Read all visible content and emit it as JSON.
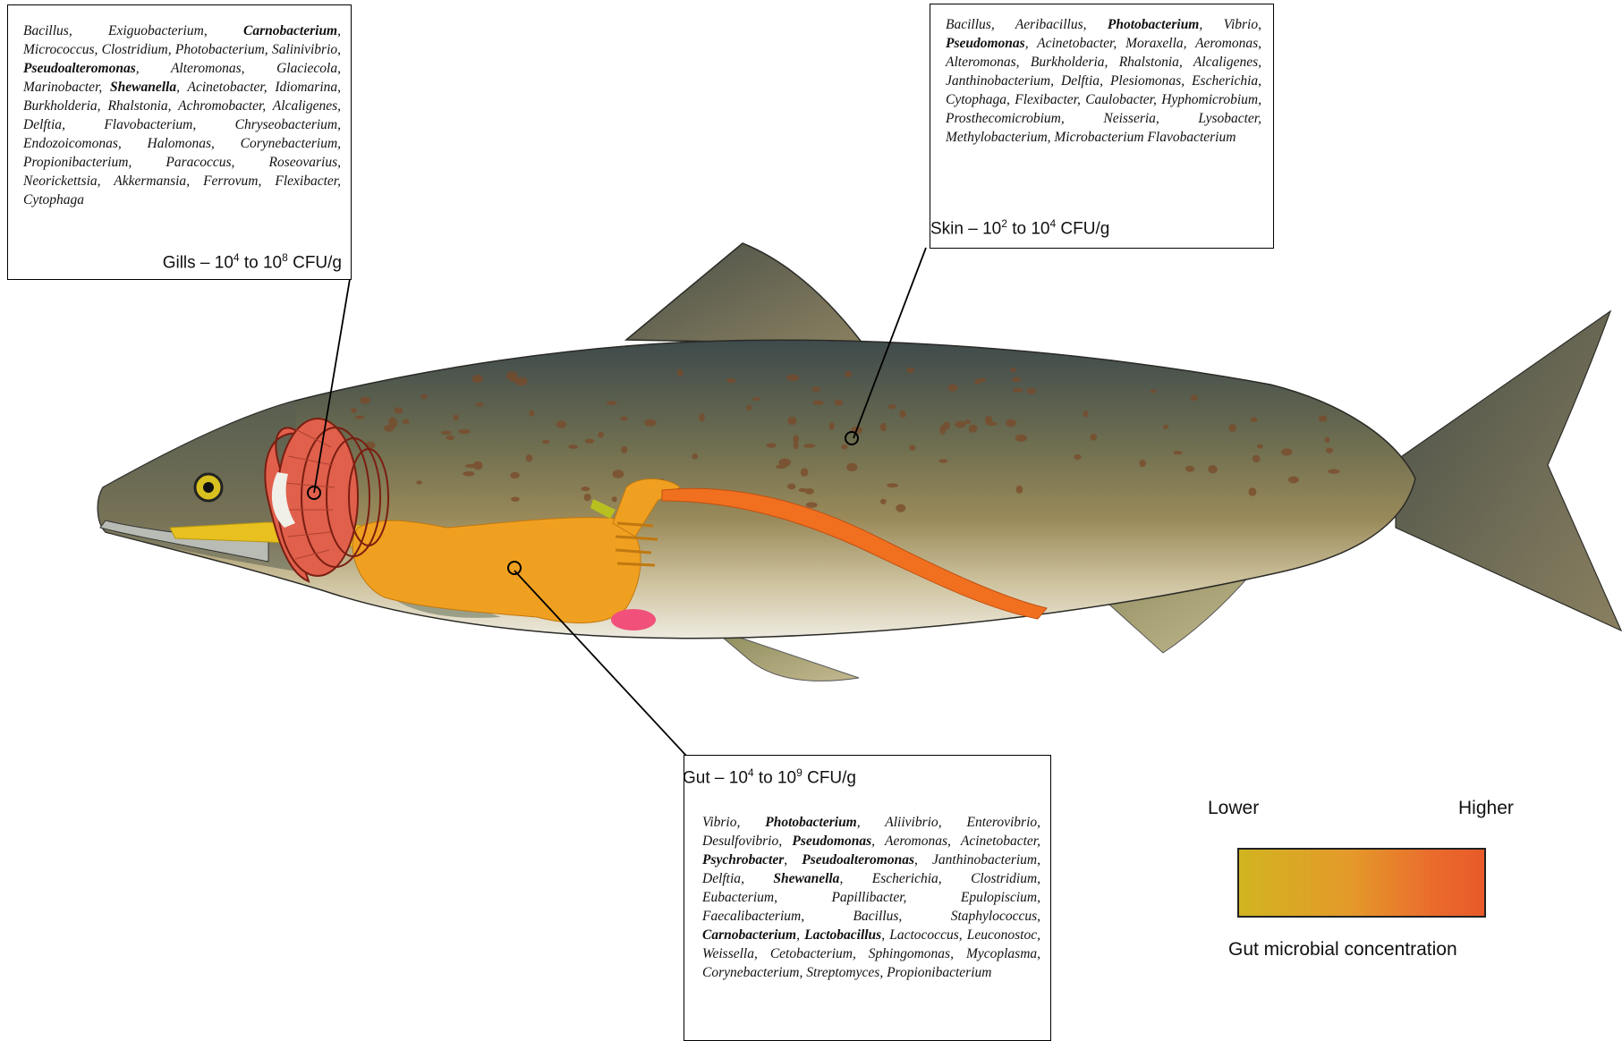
{
  "gills": {
    "caption": "Gills – 10",
    "caption_exp1": "4",
    "caption_mid": " to 10",
    "caption_exp2": "8",
    "caption_unit": " CFU/g",
    "genera": [
      {
        "name": "Bacillus",
        "bold": false
      },
      {
        "name": "Exiguobacterium",
        "bold": false
      },
      {
        "name": "Carnobacterium",
        "bold": true
      },
      {
        "name": "Micrococcus",
        "bold": false
      },
      {
        "name": "Clostridium",
        "bold": false
      },
      {
        "name": "Photobacterium",
        "bold": false
      },
      {
        "name": "Salinivibrio",
        "bold": false
      },
      {
        "name": "Pseudoalteromonas",
        "bold": true
      },
      {
        "name": "Alteromonas",
        "bold": false
      },
      {
        "name": "Glaciecola",
        "bold": false
      },
      {
        "name": "Marinobacter",
        "bold": false
      },
      {
        "name": "Shewanella",
        "bold": true
      },
      {
        "name": "Acinetobacter",
        "bold": false
      },
      {
        "name": "Idiomarina",
        "bold": false
      },
      {
        "name": "Burkholderia",
        "bold": false
      },
      {
        "name": "Rhalstonia",
        "bold": false
      },
      {
        "name": "Achromobacter",
        "bold": false
      },
      {
        "name": "Alcaligenes",
        "bold": false
      },
      {
        "name": "Delftia",
        "bold": false
      },
      {
        "name": "Flavobacterium",
        "bold": false
      },
      {
        "name": "Chryseobacterium",
        "bold": false
      },
      {
        "name": "Endozoicomonas",
        "bold": false
      },
      {
        "name": "Halomonas",
        "bold": false
      },
      {
        "name": "Corynebacterium",
        "bold": false
      },
      {
        "name": "Propionibacterium",
        "bold": false
      },
      {
        "name": "Paracoccus",
        "bold": false
      },
      {
        "name": "Roseovarius",
        "bold": false
      },
      {
        "name": "Neorickettsia",
        "bold": false
      },
      {
        "name": "Akkermansia",
        "bold": false
      },
      {
        "name": "Ferrovum",
        "bold": false
      },
      {
        "name": "Flexibacter",
        "bold": false
      },
      {
        "name": "Cytophaga",
        "bold": false
      }
    ]
  },
  "skin": {
    "caption": "Skin – 10",
    "caption_exp1": "2",
    "caption_mid": " to 10",
    "caption_exp2": "4",
    "caption_unit": " CFU/g",
    "genera": [
      {
        "name": "Bacillus",
        "bold": false
      },
      {
        "name": "Aeribacillus",
        "bold": false
      },
      {
        "name": "Photobacterium",
        "bold": true
      },
      {
        "name": "Vibrio",
        "bold": false
      },
      {
        "name": "Pseudomonas",
        "bold": true
      },
      {
        "name": "Acinetobacter",
        "bold": false
      },
      {
        "name": "Moraxella",
        "bold": false
      },
      {
        "name": "Aeromonas",
        "bold": false
      },
      {
        "name": "Alteromonas",
        "bold": false
      },
      {
        "name": "Burkholderia",
        "bold": false
      },
      {
        "name": "Rhalstonia",
        "bold": false
      },
      {
        "name": "Alcaligenes",
        "bold": false
      },
      {
        "name": "Janthinobacterium",
        "bold": false
      },
      {
        "name": "Delftia",
        "bold": false
      },
      {
        "name": "Plesiomonas",
        "bold": false
      },
      {
        "name": "Escherichia",
        "bold": false
      },
      {
        "name": "Cytophaga",
        "bold": false
      },
      {
        "name": "Flexibacter",
        "bold": false
      },
      {
        "name": "Caulobacter",
        "bold": false
      },
      {
        "name": "Hyphomicrobium",
        "bold": false
      },
      {
        "name": "Prosthecomicrobium",
        "bold": false
      },
      {
        "name": "Neisseria",
        "bold": false
      },
      {
        "name": "Lysobacter",
        "bold": false
      },
      {
        "name": "Methylobacterium",
        "bold": false
      },
      {
        "name": "Microbacterium",
        "bold": false,
        "sep": " "
      },
      {
        "name": "Flavobacterium",
        "bold": false
      }
    ]
  },
  "gut": {
    "caption": "Gut – 10",
    "caption_exp1": "4",
    "caption_mid": " to 10",
    "caption_exp2": "9",
    "caption_unit": " CFU/g",
    "genera": [
      {
        "name": "Vibrio",
        "bold": false
      },
      {
        "name": "Photobacterium",
        "bold": true
      },
      {
        "name": "Aliivibrio",
        "bold": false
      },
      {
        "name": "Enterovibrio",
        "bold": false
      },
      {
        "name": "Desulfovibrio",
        "bold": false
      },
      {
        "name": "Pseudomonas",
        "bold": true
      },
      {
        "name": "Aeromonas",
        "bold": false
      },
      {
        "name": "Acinetobacter",
        "bold": false
      },
      {
        "name": "Psychrobacter",
        "bold": true
      },
      {
        "name": "Pseudoalteromonas",
        "bold": true
      },
      {
        "name": "Janthinobacterium",
        "bold": false
      },
      {
        "name": "Delftia",
        "bold": false
      },
      {
        "name": "Shewanella",
        "bold": true
      },
      {
        "name": "Escherichia",
        "bold": false
      },
      {
        "name": "Clostridium",
        "bold": false
      },
      {
        "name": "Eubacterium",
        "bold": false
      },
      {
        "name": "Papillibacter",
        "bold": false
      },
      {
        "name": "Epulopiscium",
        "bold": false
      },
      {
        "name": "Faecalibacterium",
        "bold": false
      },
      {
        "name": "Bacillus",
        "bold": false
      },
      {
        "name": "Staphylococcus",
        "bold": false
      },
      {
        "name": "Carnobacterium",
        "bold": true
      },
      {
        "name": "Lactobacillus",
        "bold": true
      },
      {
        "name": "Lactococcus",
        "bold": false
      },
      {
        "name": "Leuconostoc",
        "bold": false
      },
      {
        "name": "Weissella",
        "bold": false
      },
      {
        "name": "Cetobacterium",
        "bold": false
      },
      {
        "name": "Sphingomonas",
        "bold": false
      },
      {
        "name": "Mycoplasma",
        "bold": false
      },
      {
        "name": "Corynebacterium",
        "bold": false
      },
      {
        "name": "Streptomyces",
        "bold": false
      },
      {
        "name": "Propionibacterium",
        "bold": false
      }
    ]
  },
  "legend": {
    "lower": "Lower",
    "higher": "Higher",
    "caption": "Gut microbial concentration",
    "colors": {
      "low": "#d1b420",
      "mid": "#e49a2a",
      "high": "#e85a2a"
    }
  },
  "colors": {
    "gill": "#e0604c",
    "gut_upper": "#f0a020",
    "gut_lower": "#f07020",
    "spleen": "#f0507a"
  }
}
